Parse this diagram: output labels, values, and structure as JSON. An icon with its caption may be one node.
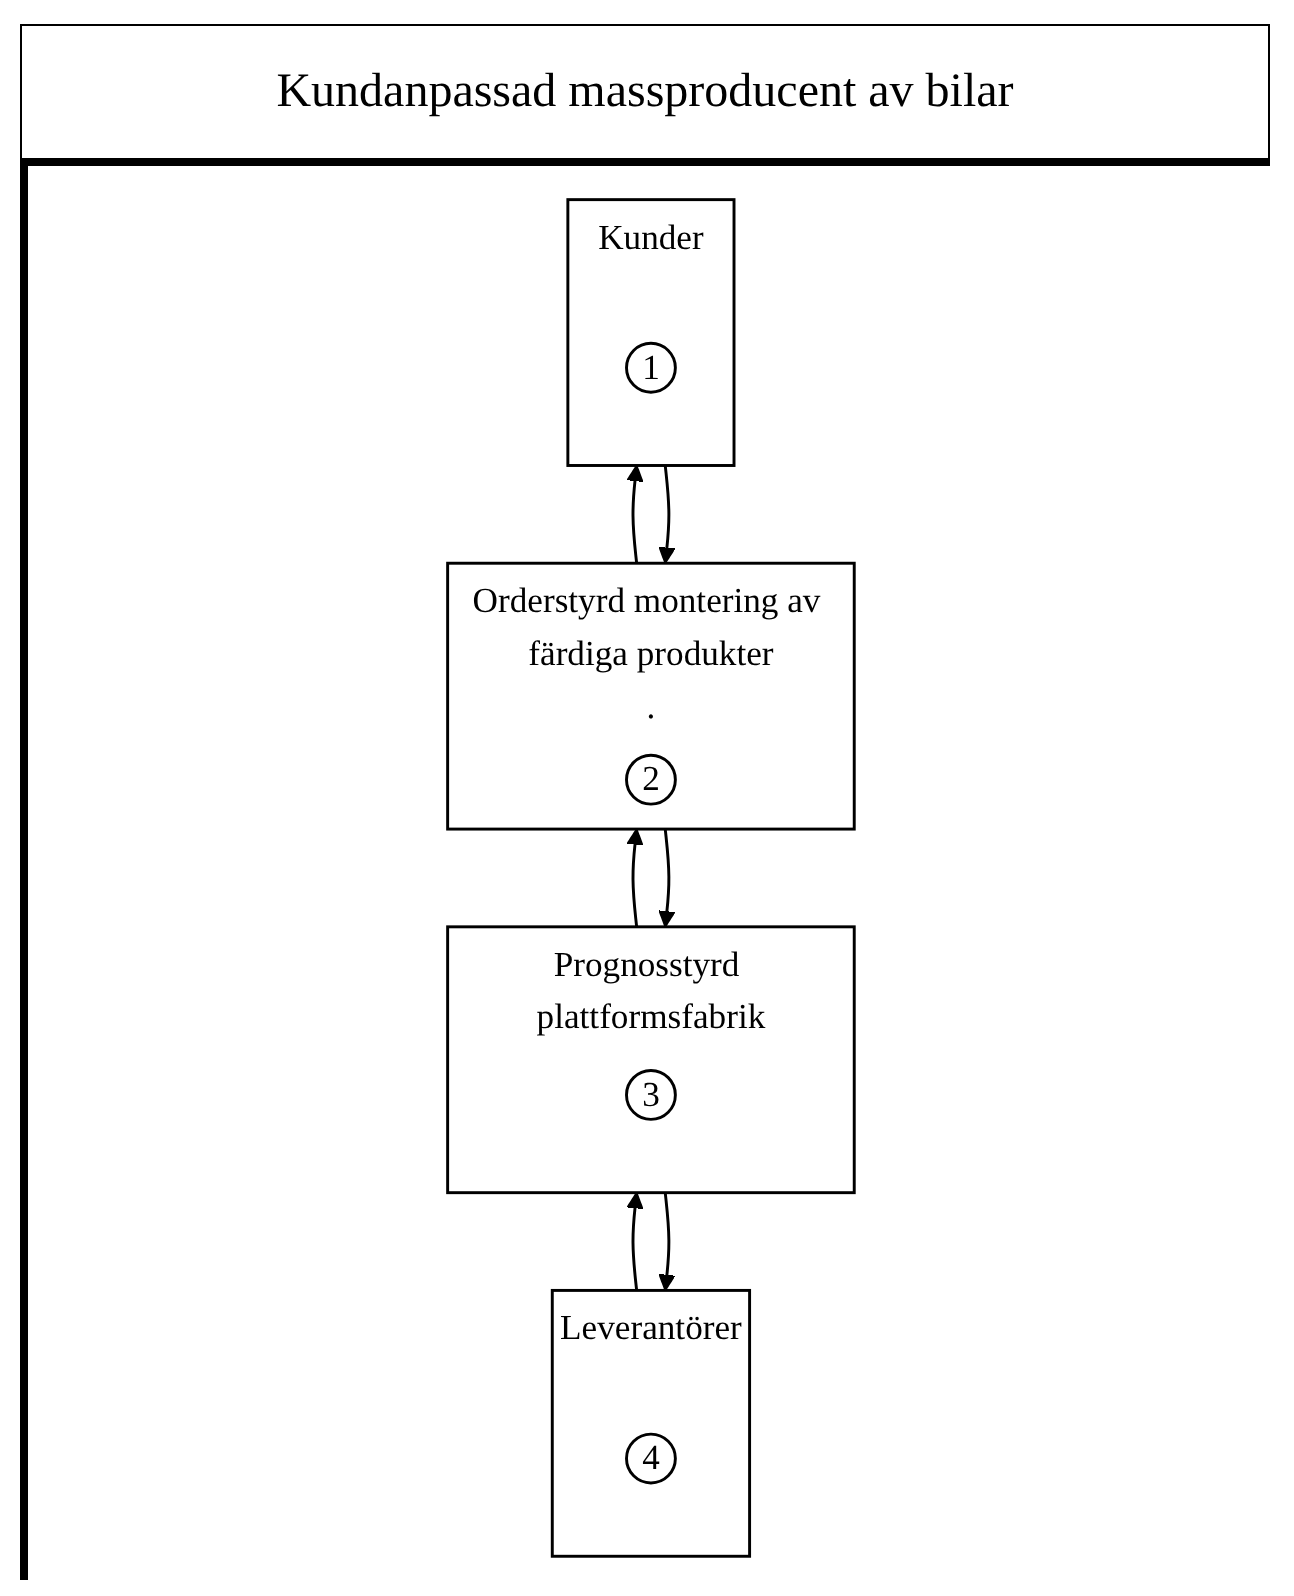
{
  "diagram": {
    "title": "Kundanpassad massproducent av bilar",
    "nodes": [
      {
        "text": [
          "Kunder"
        ]
      },
      {
        "text": [
          "1"
        ],
        "in": 0
      },
      {
        "text": [
          "Orderstyrd montering av färdiga produkter",
          "."
        ]
      },
      {
        "text": [
          "2"
        ],
        "in": 2
      },
      {
        "text": [
          "Prognosstyrd plattformsfabrik"
        ]
      },
      {
        "text": [
          "3"
        ],
        "in": 4
      },
      {
        "text": [
          "Leverantörer"
        ]
      },
      {
        "text": [
          "4"
        ],
        "in": 6
      }
    ],
    "edges": [
      {
        "from": 2,
        "to": 0,
        "arrow": "to"
      },
      {
        "from": 0,
        "to": 2,
        "arrow": "to"
      },
      {
        "from": 4,
        "to": 2,
        "arrow": "to"
      },
      {
        "from": 2,
        "to": 4,
        "arrow": "to"
      },
      {
        "from": 6,
        "to": 4,
        "arrow": "to"
      },
      {
        "from": 4,
        "to": 6,
        "arrow": "to"
      }
    ]
  }
}
